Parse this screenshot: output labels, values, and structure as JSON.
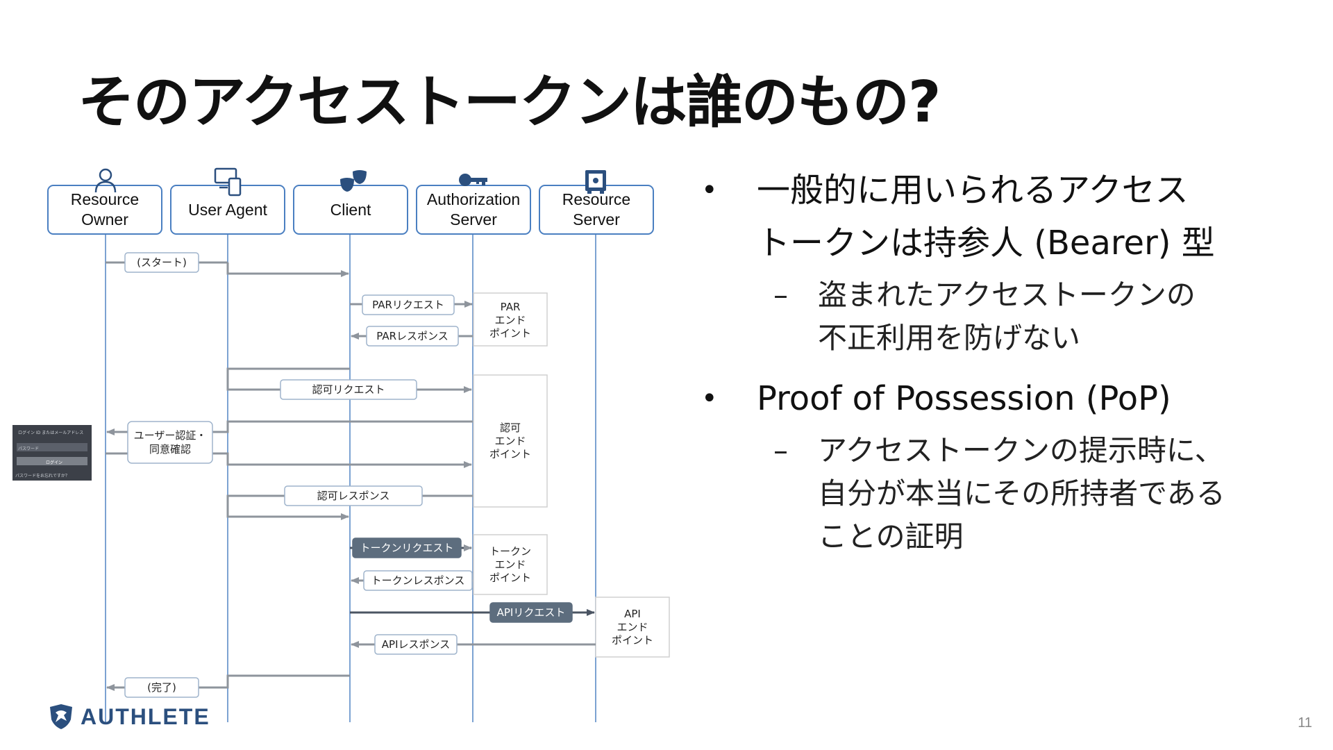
{
  "title": "そのアクセストークンは誰のもの?",
  "page_number": "11",
  "logo": {
    "text": "AUTHLETE"
  },
  "bullets": [
    {
      "text": "一般的に用いられるアクセストークンは持参人 (Bearer) 型",
      "lines": [
        "一般的に用いられるアクセス",
        "トークンは持参人 (Bearer) 型"
      ],
      "sub": {
        "lines": [
          "盗まれたアクセストークンの",
          "不正利用を防げない"
        ]
      }
    },
    {
      "text": "Proof of Possession (PoP)",
      "lines": [
        "Proof of Possession (PoP)"
      ],
      "sub": {
        "lines": [
          "アクセストークンの提示時に、",
          "自分が本当にその所持者である",
          "ことの証明"
        ]
      }
    }
  ],
  "diagram": {
    "actors": [
      {
        "name": "Resource Owner",
        "lines": [
          "Resource",
          "Owner"
        ],
        "icon": "person-icon"
      },
      {
        "name": "User Agent",
        "lines": [
          "User Agent"
        ],
        "icon": "devices-icon"
      },
      {
        "name": "Client",
        "lines": [
          "Client"
        ],
        "icon": "theater-masks-icon"
      },
      {
        "name": "Authorization Server",
        "lines": [
          "Authorization",
          "Server"
        ],
        "icon": "key-icon"
      },
      {
        "name": "Resource Server",
        "lines": [
          "Resource",
          "Server"
        ],
        "icon": "safe-icon"
      }
    ],
    "endpoints": [
      {
        "lines": [
          "PAR",
          "エンド",
          "ポイント"
        ]
      },
      {
        "lines": [
          "認可",
          "エンド",
          "ポイント"
        ]
      },
      {
        "lines": [
          "トークン",
          "エンド",
          "ポイント"
        ]
      },
      {
        "lines": [
          "API",
          "エンド",
          "ポイント"
        ]
      }
    ],
    "messages": [
      {
        "label": "(スタート)",
        "style": "outline"
      },
      {
        "label": "PARリクエスト",
        "style": "outline"
      },
      {
        "label": "PARレスポンス",
        "style": "outline"
      },
      {
        "label": "認可リクエスト",
        "style": "outline"
      },
      {
        "label": "ユーザー認証・同意確認",
        "lines": [
          "ユーザー認証・",
          "同意確認"
        ],
        "style": "outline"
      },
      {
        "label": "認可レスポンス",
        "style": "outline"
      },
      {
        "label": "トークンリクエスト",
        "style": "filled"
      },
      {
        "label": "トークンレスポンス",
        "style": "outline"
      },
      {
        "label": "APIリクエスト",
        "style": "filled"
      },
      {
        "label": "APIレスポンス",
        "style": "outline"
      },
      {
        "label": "(完了)",
        "style": "outline"
      }
    ],
    "login_screen": {
      "id_placeholder": "ログイン ID またはメールアドレス",
      "password_placeholder": "パスワード",
      "login_button": "ログイン",
      "forgot_link": "パスワードをお忘れですか？"
    },
    "colors": {
      "lifeline": "#5b8ac6",
      "box_border": "#4a7fc1",
      "arrow": "#8e949c",
      "filled_label": "#5d6d7e"
    }
  }
}
